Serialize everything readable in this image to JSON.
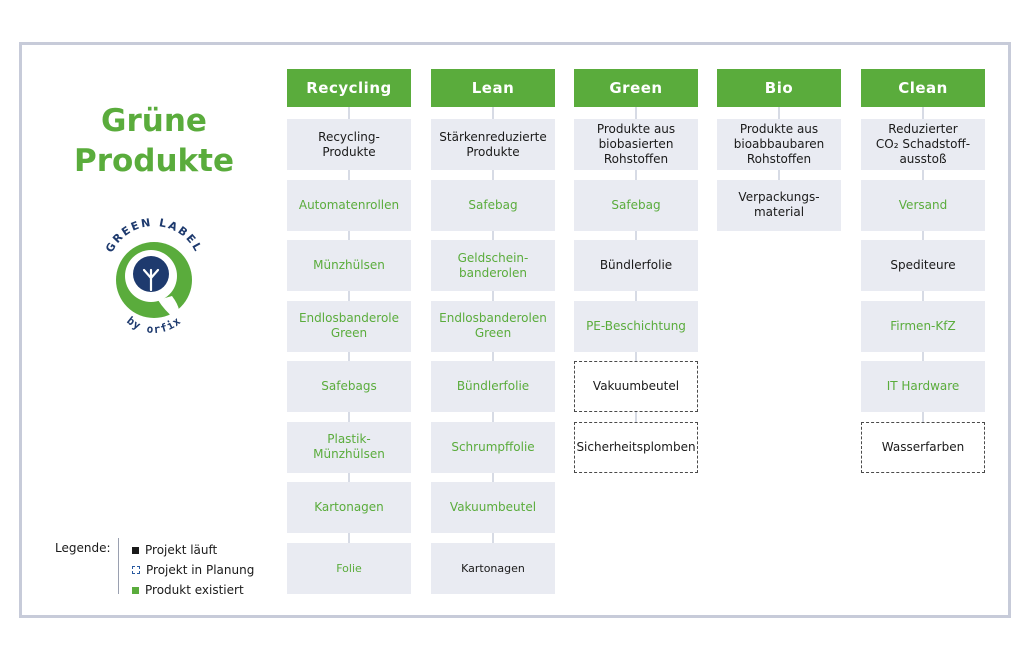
{
  "title": {
    "line1": "Grüne",
    "line2": "Produkte"
  },
  "logo": {
    "top_text": "GREEN LABEL",
    "bottom_text": "by orfix"
  },
  "colors": {
    "green": "#5aac3c",
    "navy": "#1e3a6e",
    "cell_bg": "#e9ebf2",
    "text": "#1a1a1a"
  },
  "columns": [
    {
      "header": "Recycling",
      "cells": [
        {
          "text": "Recycling-\nProdukte",
          "status": "running"
        },
        {
          "text": "Automatenrollen",
          "status": "exists"
        },
        {
          "text": "Münzhülsen",
          "status": "exists"
        },
        {
          "text": "Endlosbanderole\nGreen",
          "status": "exists"
        },
        {
          "text": "Safebags",
          "status": "exists"
        },
        {
          "text": "Plastik-\nMünzhülsen",
          "status": "exists"
        },
        {
          "text": "Kartonagen",
          "status": "exists"
        },
        {
          "text": "Folie",
          "status": "exists",
          "small": true
        }
      ]
    },
    {
      "header": "Lean",
      "cells": [
        {
          "text": "Stärkenreduzierte\nProdukte",
          "status": "running"
        },
        {
          "text": "Safebag",
          "status": "exists"
        },
        {
          "text": "Geldschein-\nbanderolen",
          "status": "exists"
        },
        {
          "text": "Endlosbanderolen\nGreen",
          "status": "exists"
        },
        {
          "text": "Bündlerfolie",
          "status": "exists"
        },
        {
          "text": "Schrumpffolie",
          "status": "exists"
        },
        {
          "text": "Vakuumbeutel",
          "status": "exists"
        },
        {
          "text": "Kartonagen",
          "status": "running",
          "small": true
        }
      ]
    },
    {
      "header": "Green",
      "cells": [
        {
          "text": "Produkte aus\nbiobasierten\nRohstoffen",
          "status": "running"
        },
        {
          "text": "Safebag",
          "status": "exists"
        },
        {
          "text": "Bündlerfolie",
          "status": "running"
        },
        {
          "text": "PE-Beschichtung",
          "status": "exists"
        },
        {
          "text": "Vakuumbeutel",
          "status": "planned"
        },
        {
          "text": "Sicherheitsplomben",
          "status": "planned"
        }
      ]
    },
    {
      "header": "Bio",
      "cells": [
        {
          "text": "Produkte aus\nbioabbaubaren\nRohstoffen",
          "status": "running"
        },
        {
          "text": "Verpackungs-\nmaterial",
          "status": "running"
        }
      ]
    },
    {
      "header": "Clean",
      "cells": [
        {
          "text": "Reduzierter\nCO₂ Schadstoff-\nausstoß",
          "status": "running"
        },
        {
          "text": "Versand",
          "status": "exists"
        },
        {
          "text": "Spediteure",
          "status": "running"
        },
        {
          "text": "Firmen-KfZ",
          "status": "exists"
        },
        {
          "text": "IT Hardware",
          "status": "exists"
        },
        {
          "text": "Wasserfarben",
          "status": "planned"
        }
      ]
    }
  ],
  "legend": {
    "title": "Legende:",
    "items": [
      {
        "label": "Projekt läuft",
        "status": "running"
      },
      {
        "label": "Projekt in Planung",
        "status": "planned"
      },
      {
        "label": "Produkt existiert",
        "status": "exists"
      }
    ]
  }
}
